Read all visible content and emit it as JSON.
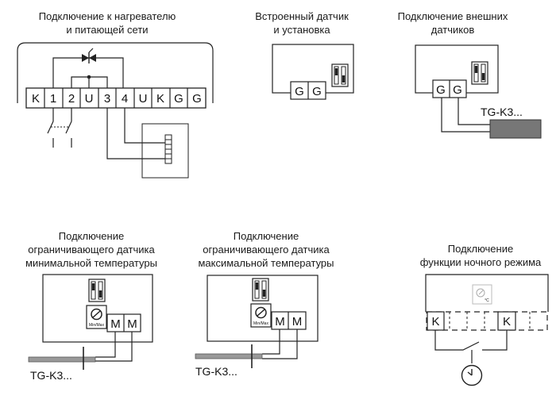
{
  "titles": {
    "heater": [
      "Подключение к нагревателю",
      "и питающей сети"
    ],
    "builtin_sensor": [
      "Встроенный датчик",
      "и установка"
    ],
    "external_sensors": [
      "Подключение внешних",
      "датчиков"
    ],
    "min_limit": [
      "Подключение",
      "ограничивающего датчика",
      "минимальной температуры"
    ],
    "max_limit": [
      "Подключение",
      "ограничивающего датчика",
      "максимальной температуры"
    ],
    "night_mode": [
      "Подключение",
      "функции ночного режима"
    ]
  },
  "terminals": {
    "main_strip": [
      "K",
      "1",
      "2",
      "U",
      "3",
      "4",
      "U",
      "K",
      "G",
      "G"
    ],
    "g_pair": [
      "G",
      "G"
    ],
    "m_pair": [
      "M",
      "M"
    ],
    "k_pair": [
      "K",
      "K"
    ]
  },
  "labels": {
    "sensor_model": "TG-K3...",
    "dial": "Min/Max",
    "temp_unit": "°C"
  }
}
